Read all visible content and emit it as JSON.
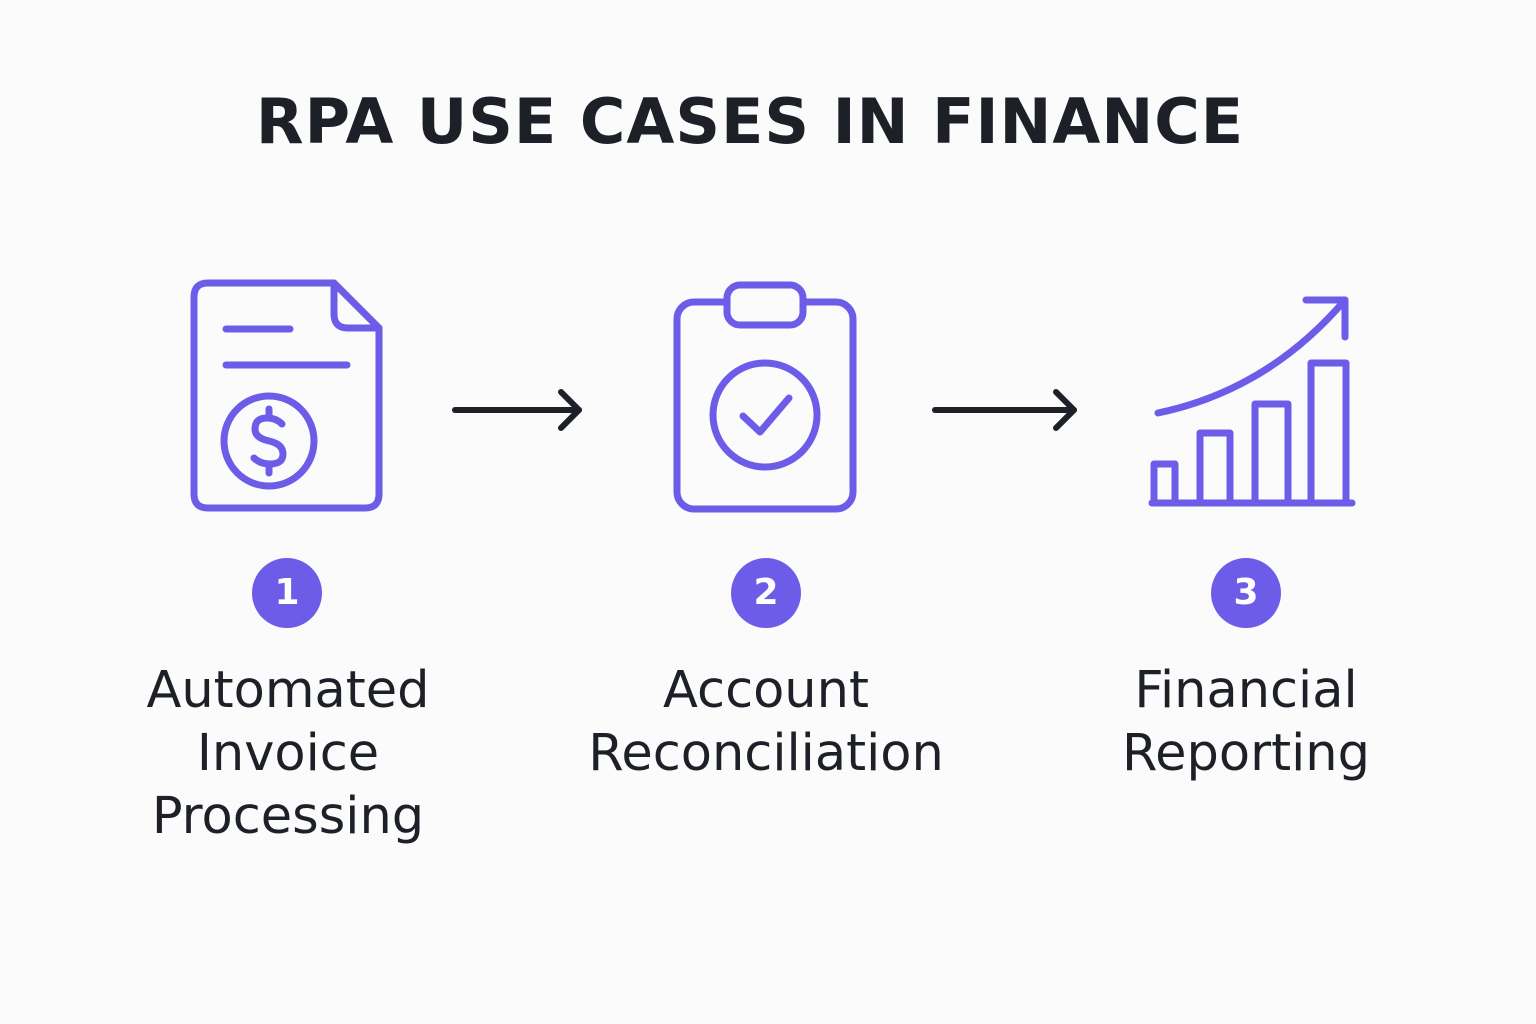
{
  "title": "RPA USE CASES IN FINANCE",
  "colors": {
    "accent": "#6c5ce7",
    "text": "#1d2127",
    "background": "#fbfbfc"
  },
  "steps": [
    {
      "number": "1",
      "icon": "invoice-dollar-icon",
      "label_lines": [
        "Automated",
        "Invoice",
        "Processing"
      ]
    },
    {
      "number": "2",
      "icon": "clipboard-check-icon",
      "label_lines": [
        "Account",
        "Reconciliation"
      ]
    },
    {
      "number": "3",
      "icon": "growth-chart-icon",
      "label_lines": [
        "Financial",
        "Reporting"
      ]
    }
  ]
}
